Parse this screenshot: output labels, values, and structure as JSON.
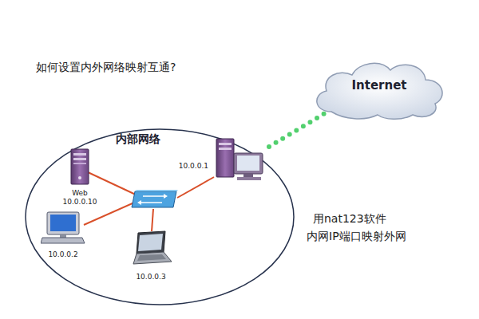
{
  "diagram": {
    "title": "如何设置内外网络映射互通?",
    "nodes": [
      {
        "text": [
          "Internet"
        ]
      },
      {
        "text": [
          "内部网络"
        ]
      },
      {
        "text": [
          "Web",
          "10.0.0.10"
        ],
        "in": 1
      },
      {
        "text": [
          "10.0.0.1"
        ],
        "in": 1
      },
      {
        "text": [
          "10.0.0.2"
        ],
        "in": 1
      },
      {
        "text": [
          "10.0.0.3"
        ],
        "in": 1
      }
    ],
    "edges": [
      {
        "from": 3,
        "to": 0,
        "arrow": "none"
      }
    ],
    "labels": [
      "用nat123软件",
      "内网IP端口映射外网"
    ]
  }
}
